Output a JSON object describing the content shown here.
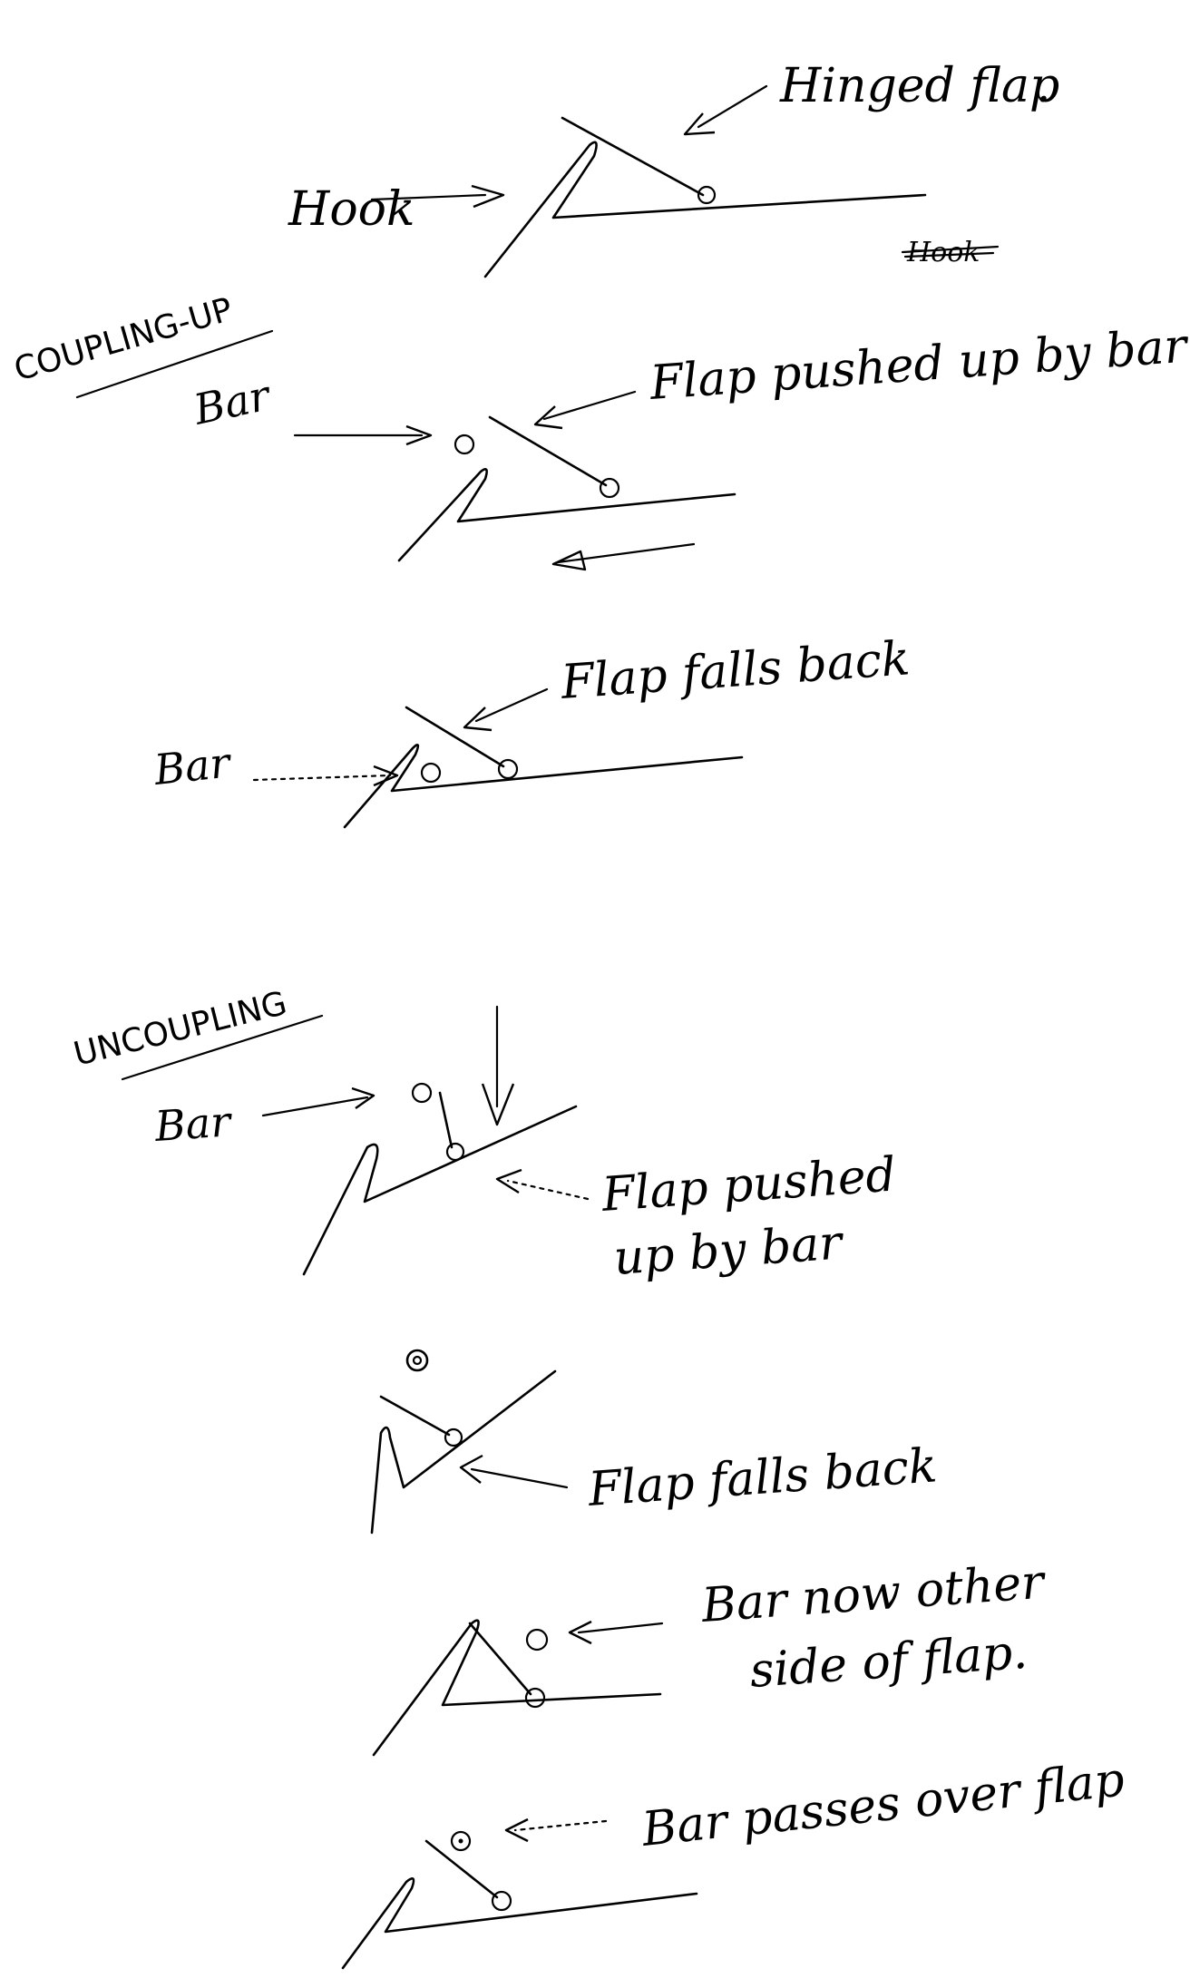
{
  "diagram": {
    "top_labels": {
      "hook": "Hook",
      "hinged_flap": "Hinged flap",
      "hinged_flap_period": ".",
      "struck_out": "Hook"
    },
    "coupling_up": {
      "heading": "COUPLING-UP",
      "step1": {
        "bar_label": "Bar",
        "flap_label": "Flap pushed up by bar"
      },
      "step2": {
        "bar_label": "Bar",
        "flap_label": "Flap falls back"
      }
    },
    "uncoupling": {
      "heading": "UNCOUPLING",
      "step1": {
        "bar_label": "Bar",
        "flap_label_line1": "Flap pushed",
        "flap_label_line2": "up by bar"
      },
      "step2": {
        "flap_label": "Flap falls back"
      },
      "step3": {
        "bar_label_line1": "Bar now other",
        "bar_label_line2": "side of flap."
      },
      "step4": {
        "bar_label": "Bar passes over flap"
      }
    }
  }
}
